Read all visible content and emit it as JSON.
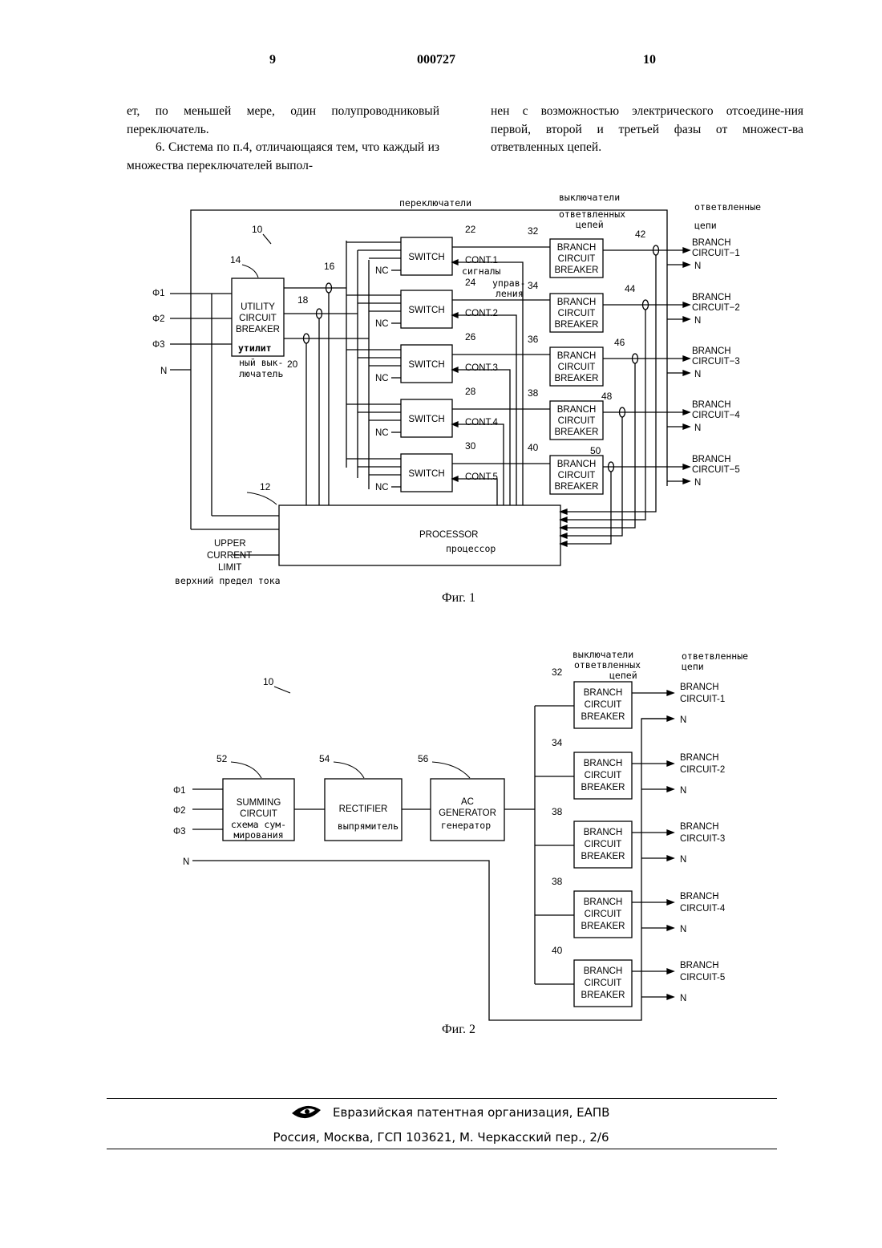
{
  "header": {
    "page_left": "9",
    "doc_number": "000727",
    "page_right": "10"
  },
  "text": {
    "left_p1": "ет, по меньшей мере, один полупроводниковый переключатель.",
    "left_p2": "6. Система по п.4, отличающаяся тем, что каждый из множества переключателей выпол-",
    "right_p1": "нен с возможностью электрического отсоедине-ния первой, второй и третьей фазы от множест-ва ответвленных цепей."
  },
  "fig1": {
    "ref_system": "10",
    "top_switches": "переключатели",
    "top_breakers_l1": "выключатели",
    "top_breakers_l2": "ответвленных",
    "top_breakers_l3": "цепей",
    "top_branches_l1": "ответвленные",
    "top_branches_l2": "цепи",
    "phi1": "Φ1",
    "phi2": "Φ2",
    "phi3": "Φ3",
    "n_in": "N",
    "ucb_ref": "14",
    "ucb_l1": "UTILITY",
    "ucb_l2": "CIRCUIT",
    "ucb_l3": "BREAKER",
    "ucb_ru_l1": "утилит",
    "ucb_ru_l2": "ный вык-",
    "ucb_ru_l3": "лючатель",
    "ref16": "16",
    "ref18": "18",
    "ref20": "20",
    "switch_label": "SWITCH",
    "nc": "NC",
    "switches": [
      {
        "ref": "22",
        "cont": "CONT.1"
      },
      {
        "ref": "24",
        "cont": "CONT.2"
      },
      {
        "ref": "26",
        "cont": "CONT.3"
      },
      {
        "ref": "28",
        "cont": "CONT.4"
      },
      {
        "ref": "30",
        "cont": "CONT.5"
      }
    ],
    "signals_l1": "сигналы",
    "signals_l2": "управ-",
    "signals_l3": "ления",
    "bcb_l1": "BRANCH",
    "bcb_l2": "CIRCUIT",
    "bcb_l3": "BREAKER",
    "breakers": [
      {
        "ref": "32",
        "sensor": "42",
        "out_l1": "BRANCH",
        "out_l2": "CIRCUIT−1"
      },
      {
        "ref": "34",
        "sensor": "44",
        "out_l1": "BRANCH",
        "out_l2": "CIRCUIT−2"
      },
      {
        "ref": "36",
        "sensor": "46",
        "out_l1": "BRANCH",
        "out_l2": "CIRCUIT−3"
      },
      {
        "ref": "38",
        "sensor": "48",
        "out_l1": "BRANCH",
        "out_l2": "CIRCUIT−4"
      },
      {
        "ref": "40",
        "sensor": "50",
        "out_l1": "BRANCH",
        "out_l2": "CIRCUIT−5"
      }
    ],
    "n_out": "N",
    "proc_ref": "12",
    "proc_label": "PROCESSOR",
    "proc_ru": "процессор",
    "ucl_l1": "UPPER",
    "ucl_l2": "CURRENT",
    "ucl_l3": "LIMIT",
    "ucl_ru": "верхний предел тока",
    "caption": "Фиг. 1"
  },
  "fig2": {
    "ref_system": "10",
    "top_breakers_l1": "выключатели",
    "top_breakers_l2": "ответвленных",
    "top_breakers_l3": "цепей",
    "top_branches_l1": "ответвленные",
    "top_branches_l2": "цепи",
    "phi1": "Φ1",
    "phi2": "Φ2",
    "phi3": "Φ3",
    "n_in": "N",
    "sum_ref": "52",
    "sum_l1": "SUMMING",
    "sum_l2": "CIRCUIT",
    "sum_ru_l1": "схема сум-",
    "sum_ru_l2": "мирования",
    "rect_ref": "54",
    "rect_l1": "RECTIFIER",
    "rect_ru": "выпрямитель",
    "gen_ref": "56",
    "gen_l1": "AC",
    "gen_l2": "GENERATOR",
    "gen_ru": "генератор",
    "bcb_l1": "BRANCH",
    "bcb_l2": "CIRCUIT",
    "bcb_l3": "BREAKER",
    "breakers": [
      {
        "ref": "32",
        "out_l1": "BRANCH",
        "out_l2": "CIRCUIT-1"
      },
      {
        "ref": "34",
        "out_l1": "BRANCH",
        "out_l2": "CIRCUIT-2"
      },
      {
        "ref": "38",
        "out_l1": "BRANCH",
        "out_l2": "CIRCUIT-3"
      },
      {
        "ref": "38",
        "out_l1": "BRANCH",
        "out_l2": "CIRCUIT-4"
      },
      {
        "ref": "40",
        "out_l1": "BRANCH",
        "out_l2": "CIRCUIT-5"
      }
    ],
    "n_out": "N",
    "caption": "Фиг. 2"
  },
  "footer": {
    "org": "Евразийская патентная организация, ЕАПВ",
    "address": "Россия, Москва, ГСП 103621, М. Черкасский пер., 2/6"
  }
}
